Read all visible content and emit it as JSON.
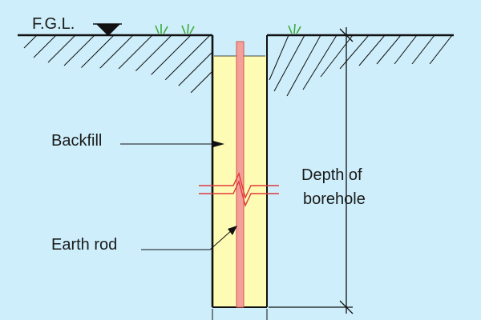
{
  "labels": {
    "fgl": "F.G.L.",
    "backfill": "Backfill",
    "earth_rod": "Earth rod",
    "depth_line1": "Depth of",
    "depth_line2": "borehole"
  },
  "colors": {
    "background": "#cdeefa",
    "backfill": "#fdfbb4",
    "rod": "#f4a09a",
    "rod_edge": "#d4564f",
    "break_line": "#e03a3a",
    "grass": "#3caa3c",
    "line": "#111111"
  }
}
